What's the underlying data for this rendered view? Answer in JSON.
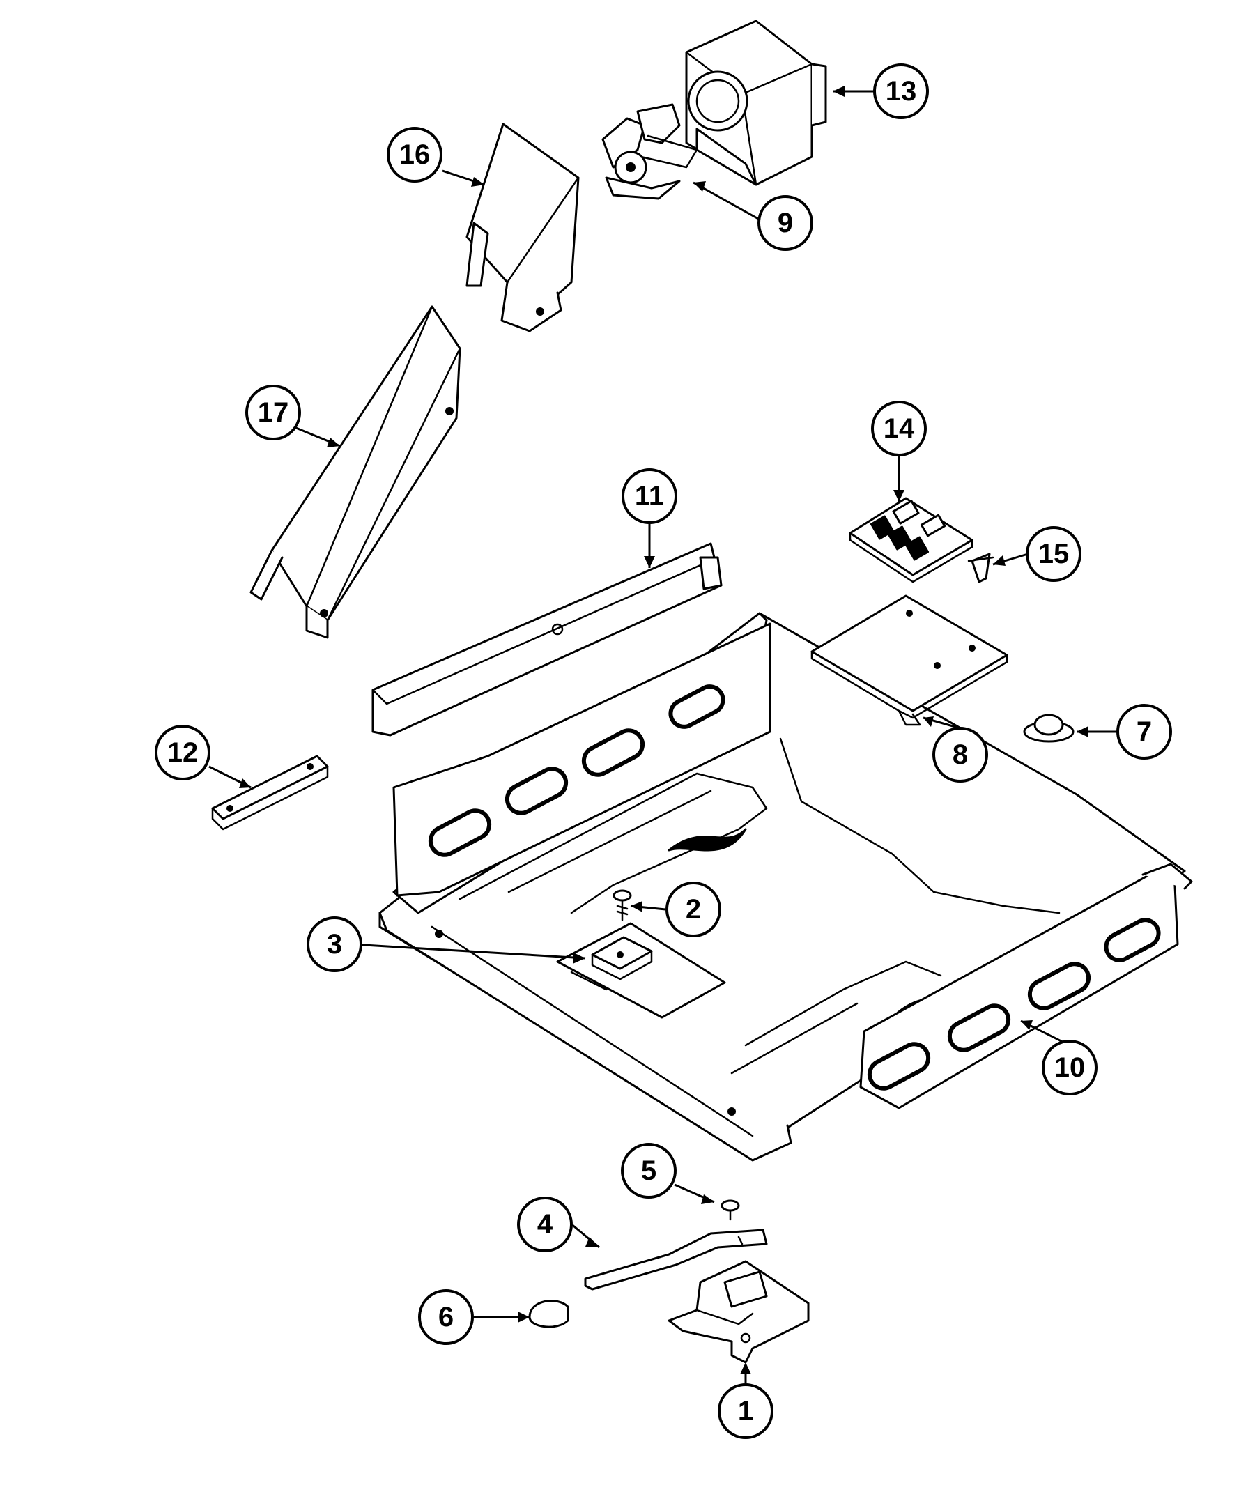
{
  "diagram": {
    "line_color": "#000000",
    "background_color": "#ffffff",
    "callouts": [
      {
        "label": "1"
      },
      {
        "label": "2"
      },
      {
        "label": "3"
      },
      {
        "label": "4"
      },
      {
        "label": "5"
      },
      {
        "label": "6"
      },
      {
        "label": "7"
      },
      {
        "label": "8"
      },
      {
        "label": "9"
      },
      {
        "label": "10"
      },
      {
        "label": "11"
      },
      {
        "label": "12"
      },
      {
        "label": "13"
      },
      {
        "label": "14"
      },
      {
        "label": "15"
      },
      {
        "label": "16"
      },
      {
        "label": "17"
      }
    ]
  }
}
